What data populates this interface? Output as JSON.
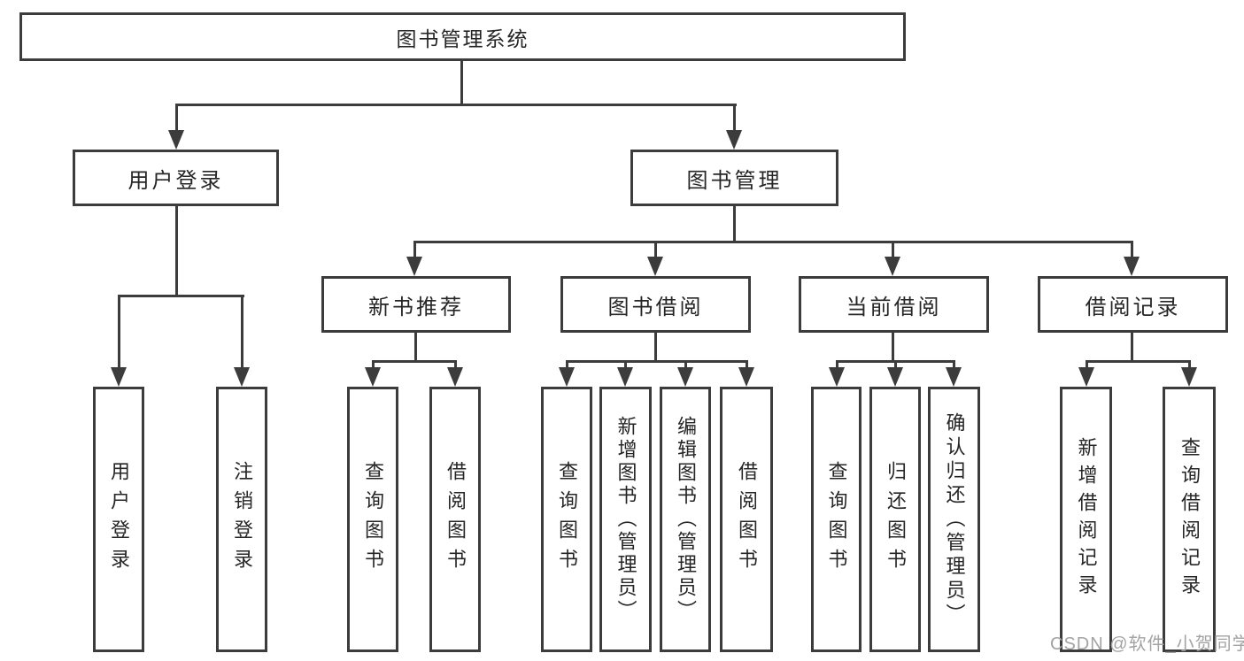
{
  "diagram": {
    "title": "图书管理系统",
    "watermark": "CSDN @软件_小贺同学",
    "colors": {
      "line": "#3c3c3c",
      "text": "#262626",
      "watermark": "#a3a3a3",
      "background": "#ffffff"
    },
    "tree": {
      "label": "图书管理系统",
      "children": [
        {
          "label": "用户登录",
          "children": [
            {
              "label": "用户登录"
            },
            {
              "label": "注销登录"
            }
          ]
        },
        {
          "label": "图书管理",
          "children": [
            {
              "label": "新书推荐",
              "children": [
                {
                  "label": "查询图书"
                },
                {
                  "label": "借阅图书"
                }
              ]
            },
            {
              "label": "图书借阅",
              "children": [
                {
                  "label": "查询图书"
                },
                {
                  "label": "新增图书（管理员）"
                },
                {
                  "label": "编辑图书（管理员）"
                },
                {
                  "label": "借阅图书"
                }
              ]
            },
            {
              "label": "当前借阅",
              "children": [
                {
                  "label": "查询图书"
                },
                {
                  "label": "归还图书"
                },
                {
                  "label": "确认归还（管理员）"
                }
              ]
            },
            {
              "label": "借阅记录",
              "children": [
                {
                  "label": "新增借阅记录"
                },
                {
                  "label": "查询借阅记录"
                }
              ]
            }
          ]
        }
      ]
    }
  }
}
